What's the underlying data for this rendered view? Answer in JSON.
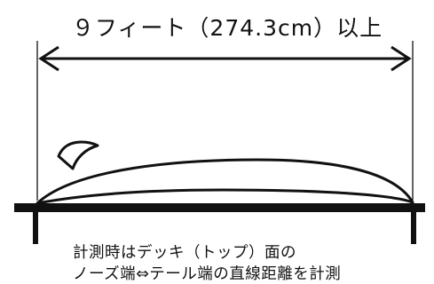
{
  "title": "９フィート（274.3cm）以上",
  "note": {
    "line1": "計測時はデッキ（トップ）面の",
    "line2": "ノーズ端⇔テール端の直線距離を計測"
  },
  "colors": {
    "ink": "#111111",
    "background": "#ffffff"
  }
}
